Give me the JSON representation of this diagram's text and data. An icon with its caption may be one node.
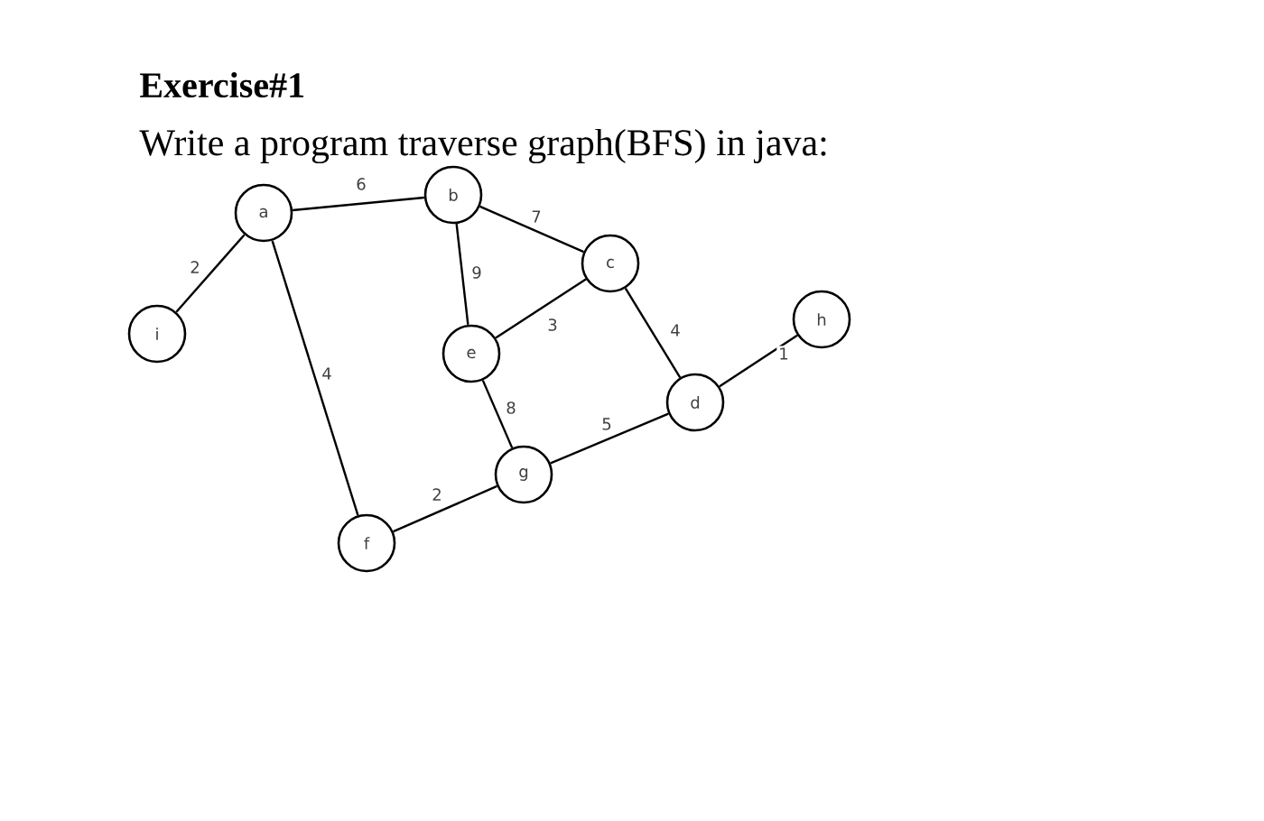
{
  "diagram": {
    "title": "Exercise#1",
    "nodes": [
      {
        "text": [
          "a"
        ]
      },
      {
        "text": [
          "b"
        ]
      },
      {
        "text": [
          "c"
        ]
      },
      {
        "text": [
          "d"
        ]
      },
      {
        "text": [
          "e"
        ]
      },
      {
        "text": [
          "f"
        ]
      },
      {
        "text": [
          "g"
        ]
      },
      {
        "text": [
          "h"
        ]
      },
      {
        "text": [
          "i"
        ]
      }
    ],
    "edges": [
      {
        "from": 0,
        "to": 8,
        "arrow": "none",
        "label": "2"
      },
      {
        "from": 0,
        "to": 1,
        "arrow": "none",
        "label": "6"
      },
      {
        "from": 0,
        "to": 5,
        "arrow": "none",
        "label": "4"
      },
      {
        "from": 1,
        "to": 2,
        "arrow": "none",
        "label": "7"
      },
      {
        "from": 1,
        "to": 4,
        "arrow": "none",
        "label": "9"
      },
      {
        "from": 2,
        "to": 4,
        "arrow": "none",
        "label": "3"
      },
      {
        "from": 2,
        "to": 3,
        "arrow": "none",
        "label": "4"
      },
      {
        "from": 3,
        "to": 7,
        "arrow": "none",
        "label": "1"
      },
      {
        "from": 4,
        "to": 6,
        "arrow": "none",
        "label": "8"
      },
      {
        "from": 6,
        "to": 3,
        "arrow": "none",
        "label": "5"
      },
      {
        "from": 5,
        "to": 6,
        "arrow": "none",
        "label": "2"
      }
    ],
    "labels": [
      "Write a program traverse graph(BFS) in java:"
    ]
  }
}
